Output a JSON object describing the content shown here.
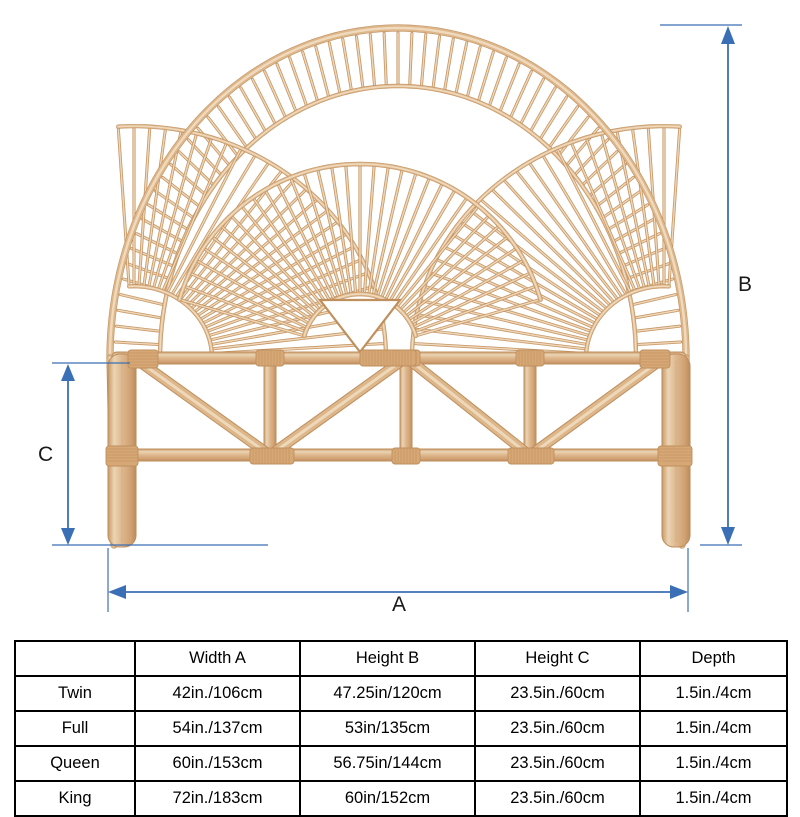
{
  "diagram": {
    "product": "arched rattan headboard",
    "dimension_labels": {
      "width": "A",
      "height": "B",
      "leg_height": "C"
    },
    "colors": {
      "rattan_base": "#ddb68a",
      "rattan_light": "#f0dcc0",
      "rattan_mid": "#d6a876",
      "rattan_dark": "#bf8f5e",
      "dimension_line": "#3b6fb5",
      "table_border": "#000000",
      "text": "#000000",
      "background": "#ffffff"
    }
  },
  "table": {
    "headers": [
      "",
      "Width A",
      "Height B",
      "Height C",
      "Depth"
    ],
    "rows": [
      {
        "size": "Twin",
        "width_a": "42in./106cm",
        "height_b": "47.25in/120cm",
        "height_c": "23.5in./60cm",
        "depth": "1.5in./4cm"
      },
      {
        "size": "Full",
        "width_a": "54in./137cm",
        "height_b": "53in/135cm",
        "height_c": "23.5in./60cm",
        "depth": "1.5in./4cm"
      },
      {
        "size": "Queen",
        "width_a": "60in./153cm",
        "height_b": "56.75in/144cm",
        "height_c": "23.5in./60cm",
        "depth": "1.5in./4cm"
      },
      {
        "size": "King",
        "width_a": "72in./183cm",
        "height_b": "60in/152cm",
        "height_c": "23.5in./60cm",
        "depth": "1.5in./4cm"
      }
    ]
  }
}
